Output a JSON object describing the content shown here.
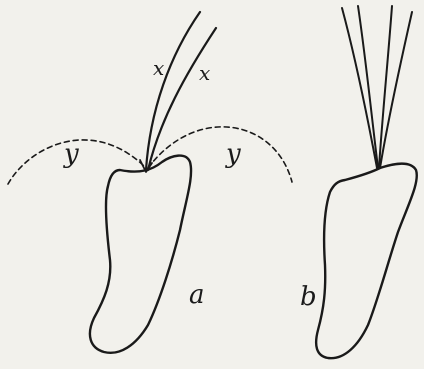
{
  "colors": {
    "ink": "#1a1a1a",
    "paper": "#f2f1ec"
  },
  "figure_a": {
    "label": "a",
    "stalk_labels": [
      "x",
      "x"
    ],
    "arc_labels": [
      "y",
      "y"
    ]
  },
  "figure_b": {
    "label": "b"
  }
}
